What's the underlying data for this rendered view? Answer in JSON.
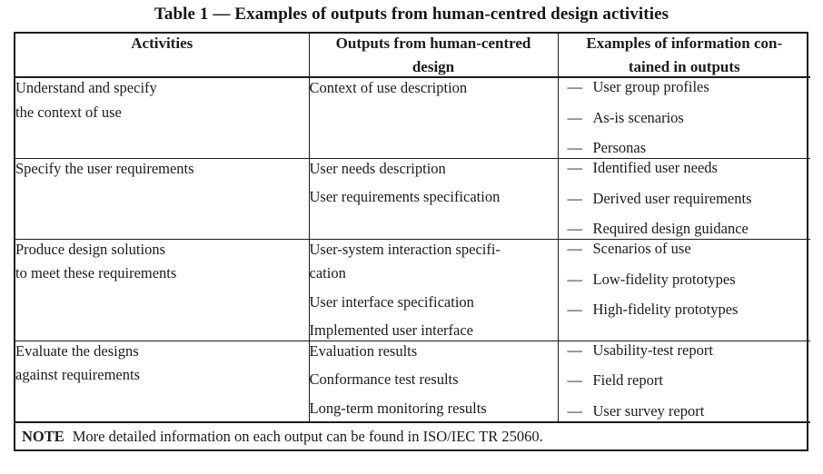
{
  "caption": "Table 1 — Examples of outputs from human-centred design activities",
  "table": {
    "headers": [
      "Activities",
      "Outputs from human-centred design",
      "Examples of information contained in outputs"
    ],
    "header_display": {
      "col1": "Activities",
      "col2_line1": "Outputs from human-centred",
      "col2_line2": "design",
      "col3_line1": "Examples of information con-",
      "col3_line2": "tained in outputs"
    },
    "rows": [
      {
        "activity_lines": [
          "Understand and specify",
          "the context of use"
        ],
        "outputs": [
          "Context of use description"
        ],
        "examples": [
          "User group profiles",
          "As-is scenarios",
          "Personas"
        ]
      },
      {
        "activity_lines": [
          "Specify the user requirements"
        ],
        "outputs": [
          "User needs description",
          "User requirements specification"
        ],
        "examples": [
          "Identified user needs",
          "Derived user requirements",
          "Required design guidance"
        ]
      },
      {
        "activity_lines": [
          "Produce design solutions",
          "to meet these requirements"
        ],
        "outputs": [
          "User-system interaction specifi-cation",
          "User interface specification",
          "Implemented user interface"
        ],
        "outputs_display": [
          [
            "User-system interaction specifi-",
            "cation"
          ],
          [
            "User interface specification"
          ],
          [
            "Implemented user interface"
          ]
        ],
        "examples": [
          "Scenarios of use",
          "Low-fidelity prototypes",
          "High-fidelity prototypes"
        ]
      },
      {
        "activity_lines": [
          "Evaluate the designs",
          "against requirements"
        ],
        "outputs": [
          "Evaluation results",
          "Conformance test results",
          "Long-term monitoring results"
        ],
        "examples": [
          "Usability-test report",
          "Field report",
          "User survey report"
        ]
      }
    ],
    "bullet_marker": "—",
    "note": {
      "label": "NOTE",
      "text": "More detailed information on each output can be found in ISO/IEC TR 25060."
    }
  },
  "colors": {
    "border": "#1b1b1b",
    "text": "#1b1b1b",
    "background": "#ffffff"
  }
}
